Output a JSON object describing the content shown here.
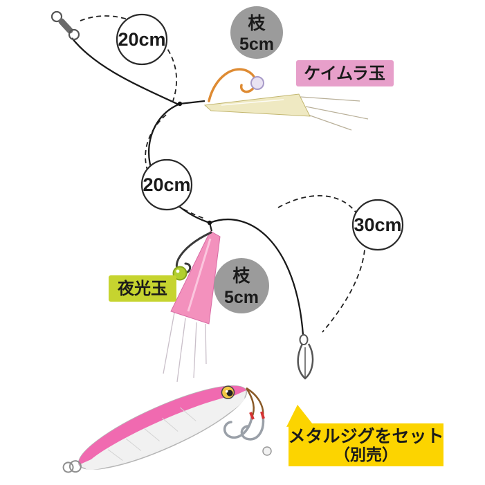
{
  "diagram": {
    "measurements": {
      "top": "20cm",
      "middle": "20cm",
      "bottom": "30cm"
    },
    "branch_top": {
      "line1": "枝",
      "line2": "5cm"
    },
    "branch_middle": {
      "line1": "枝",
      "line2": "5cm"
    },
    "bead_top_label": "ケイムラ玉",
    "bead_middle_label": "夜光玉",
    "jig_note": {
      "line1": "メタルジグをセット",
      "line2": "（別売）"
    }
  },
  "colors": {
    "keimura_label_bg": "#e79fca",
    "yakou_label_bg": "#c6d42f",
    "jig_note_bg": "#fcd400",
    "branch_circle_bg": "#9b9b9b",
    "sabiki_skirt": "#efe9c2",
    "pink_skirt": "#f391bd",
    "hook_orange": "#de8b33",
    "luminous_bead": "#b2cf2e",
    "keimura_bead": "#e9e2f2",
    "jig_pink": "#f06ab0",
    "line": "#1a1a1a"
  }
}
